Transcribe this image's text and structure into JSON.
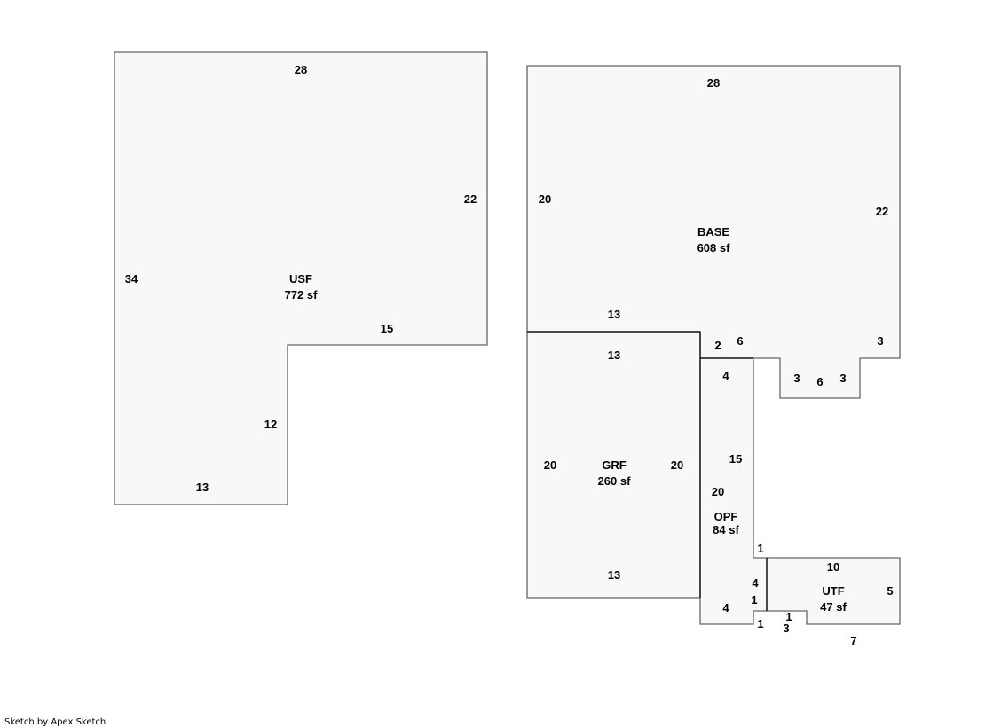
{
  "areas": {
    "usf": {
      "name": "USF",
      "area": "772 sf",
      "dims": [
        "28",
        "22",
        "34",
        "15",
        "12",
        "13"
      ]
    },
    "base": {
      "name": "BASE",
      "area": "608 sf",
      "dims": [
        "28",
        "20",
        "22",
        "13",
        "2",
        "6",
        "3",
        "3",
        "6",
        "3"
      ]
    },
    "grf": {
      "name": "GRF",
      "area": "260 sf",
      "dims": [
        "13",
        "20",
        "20",
        "13"
      ]
    },
    "opf": {
      "name": "OPF",
      "area": "84 sf",
      "dims": [
        "4",
        "15",
        "20",
        "1",
        "4",
        "1",
        "4",
        "1"
      ]
    },
    "utf": {
      "name": "UTF",
      "area": "47 sf",
      "dims": [
        "10",
        "5",
        "1",
        "3",
        "7"
      ]
    }
  },
  "footer": "Sketch by Apex Sketch"
}
